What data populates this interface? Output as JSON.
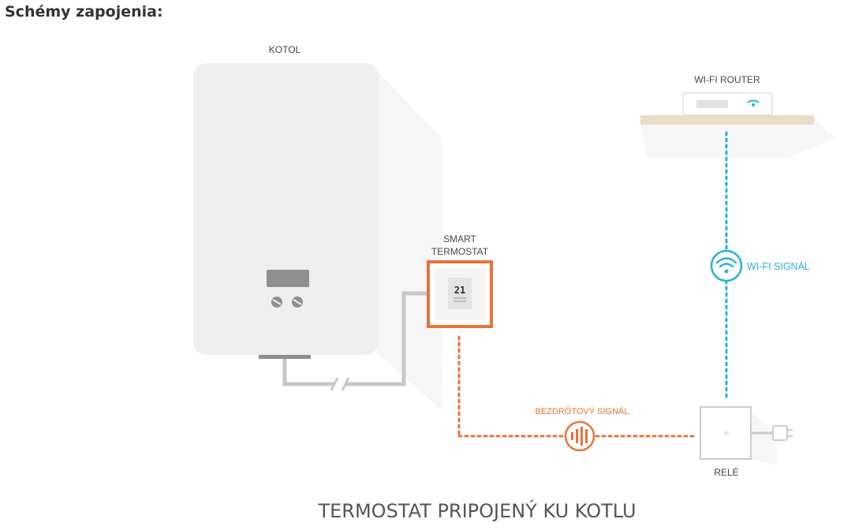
{
  "page": {
    "heading": "Schémy zapojenia:"
  },
  "diagram": {
    "boiler_label": "KOTOL",
    "thermostat_label_line1": "SMART",
    "thermostat_label_line2": "TERMOSTAT",
    "thermostat_display": "21",
    "router_label": "WI-FI ROUTER",
    "wifi_signal_label": "WI-FI SIGNÁL",
    "wireless_signal_label": "BEZDRÔTOVÝ SIGNÁL",
    "relay_label": "RELÉ",
    "caption": "TERMOSTAT PRIPOJENÝ KU KOTLU"
  },
  "colors": {
    "orange": "#e8733a",
    "blue": "#2bb0d6",
    "boiler": "#efefef",
    "wire": "#c8c8c8",
    "shelf": "#e9dcc8"
  }
}
